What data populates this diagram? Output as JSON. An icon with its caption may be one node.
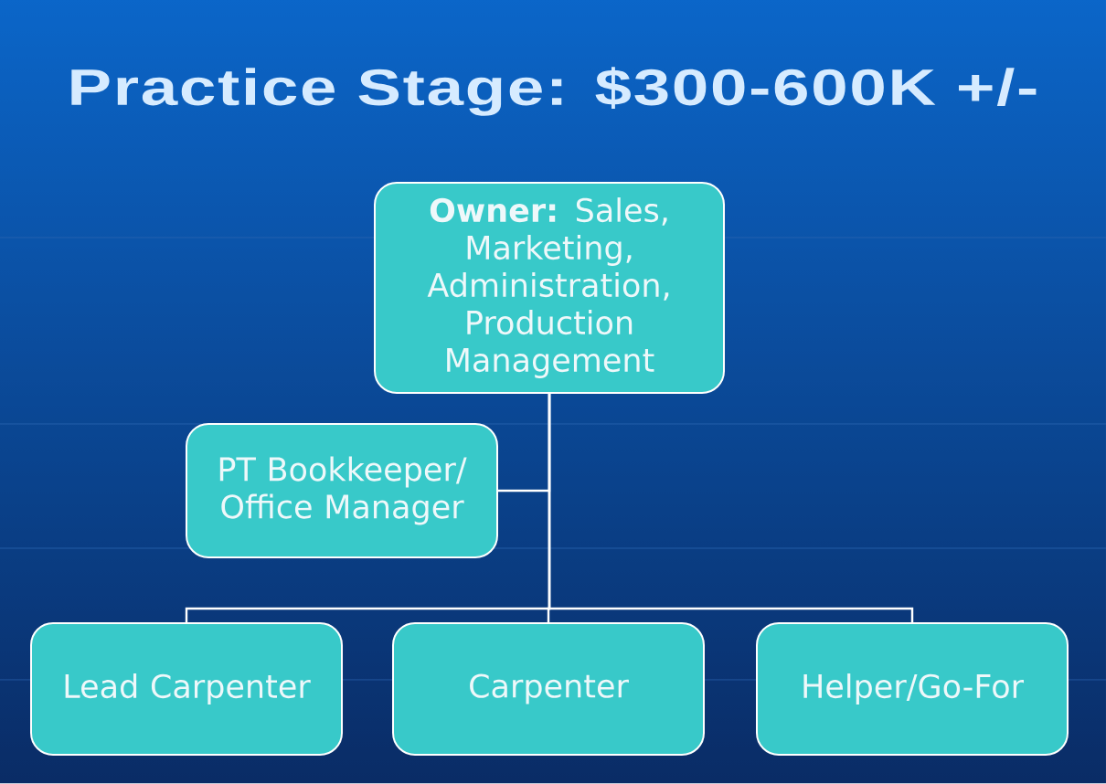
{
  "diagram": {
    "title": "Practice Stage: $300-600K +/-",
    "nodes": [
      {
        "text": [
          "**Owner:** Sales, Marketing, Administration, Production Management"
        ]
      },
      {
        "text": [
          "PT Bookkeeper/ Office Manager"
        ]
      },
      {
        "text": [
          "Lead Carpenter"
        ]
      },
      {
        "text": [
          "Carpenter"
        ]
      },
      {
        "text": [
          "Helper/Go-For"
        ]
      }
    ],
    "edges": [
      {
        "from": 0,
        "to": 1,
        "arrow": "none"
      },
      {
        "from": 0,
        "to": 2,
        "arrow": "none"
      },
      {
        "from": 0,
        "to": 3,
        "arrow": "none"
      },
      {
        "from": 0,
        "to": 4,
        "arrow": "none"
      }
    ]
  }
}
